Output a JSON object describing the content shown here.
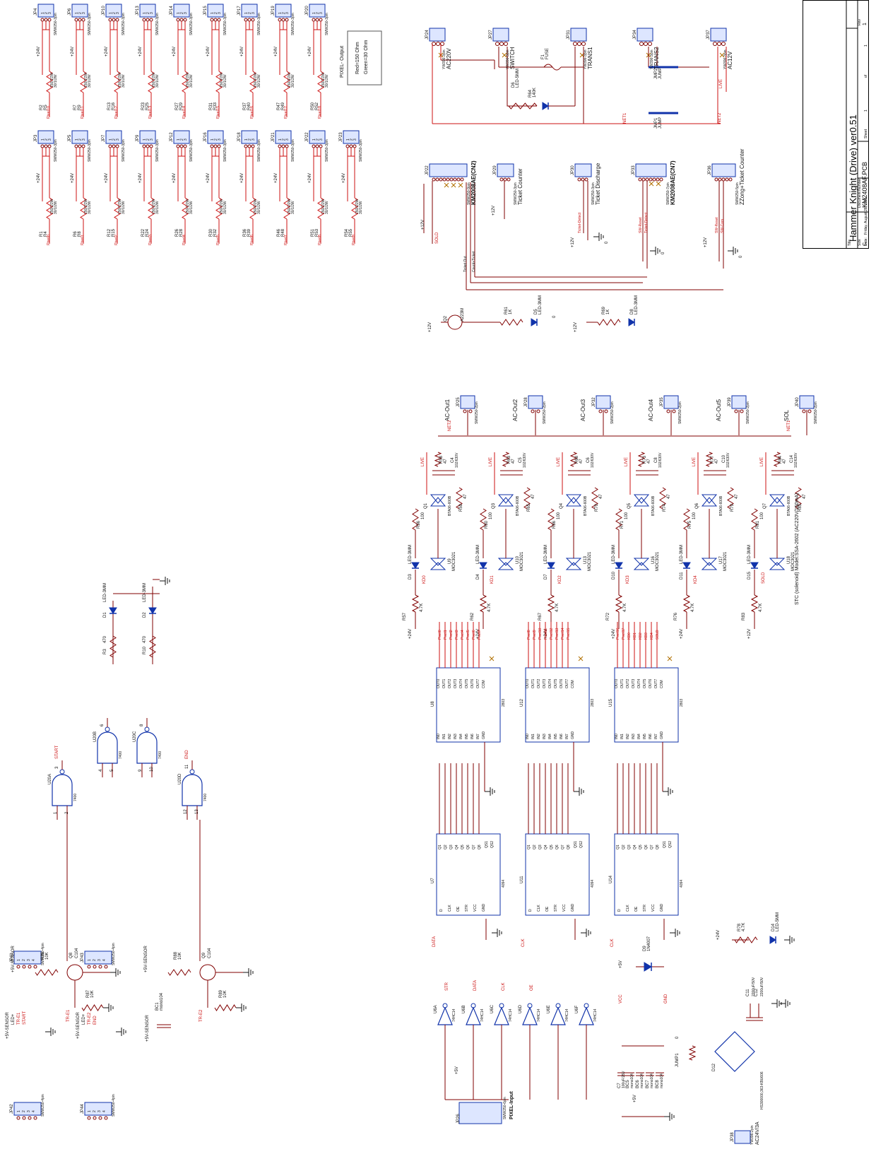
{
  "title_block": {
    "title_label": "Title",
    "title": "Hammer Knight (Drive)  ver0.51",
    "size_label": "Size",
    "size": "C",
    "docnum_label": "Document Number",
    "document_number": "KM2408AF.PCB",
    "rev_label": "Rev",
    "rev": "1",
    "date_label": "Date:",
    "date": "Friday, August 26, 2005",
    "sheet_label": "Sheet",
    "sheet": "1",
    "of_label": "of",
    "sheet_total": "1"
  },
  "pixel_output": {
    "heading": "PIXEL- Output",
    "legend": [
      "Red=150 Ohm",
      "Green=30 Ohm"
    ],
    "supply": "+24V",
    "resistor_value": "150/1/2W",
    "resistor_value2": "30/1/2W",
    "connector_type": "SMW250-3pin",
    "pins": [
      "1",
      "2",
      "3"
    ],
    "top_row": [
      {
        "jp": "JP4",
        "r1": "R2",
        "r2": "R5",
        "net": "Pixel10"
      },
      {
        "jp": "JP6",
        "r1": "R7",
        "r2": "R9",
        "net": "Pixel11"
      },
      {
        "jp": "JP10",
        "r1": "R13",
        "r2": "R16",
        "net": "Pixel12"
      },
      {
        "jp": "JP13",
        "r1": "R23",
        "r2": "R25",
        "net": "Pixel13"
      },
      {
        "jp": "JP14",
        "r1": "R27",
        "r2": "R29",
        "net": "Pixel14"
      },
      {
        "jp": "JP15",
        "r1": "R31",
        "r2": "R33",
        "net": "Pixel15"
      },
      {
        "jp": "JP17",
        "r1": "R37",
        "r2": "R40",
        "net": "Pixel16"
      },
      {
        "jp": "JP19",
        "r1": "R47",
        "r2": "R49",
        "net": "Pixel17"
      },
      {
        "jp": "JP20",
        "r1": "R50",
        "r2": "R52",
        "net": "Pixel18"
      }
    ],
    "bottom_row": [
      {
        "jp": "JP3",
        "r1": "R1",
        "r2": "R4",
        "net": "Pixel0"
      },
      {
        "jp": "JP5",
        "r1": "R6",
        "r2": "R8",
        "net": "Pixel1"
      },
      {
        "jp": "JP7",
        "r1": "R12",
        "r2": "R15",
        "net": "Pixel2"
      },
      {
        "jp": "JP9",
        "r1": "R22",
        "r2": "R24",
        "net": "Pixel3"
      },
      {
        "jp": "JP12",
        "r1": "R26",
        "r2": "R28",
        "net": "Pixel4"
      },
      {
        "jp": "JP16",
        "r1": "R30",
        "r2": "R32",
        "net": "Pixel5"
      },
      {
        "jp": "JP18",
        "r1": "R36",
        "r2": "R39",
        "net": "Pixel6"
      },
      {
        "jp": "JP21",
        "r1": "R46",
        "r2": "R48",
        "net": "Pixel7"
      },
      {
        "jp": "JP22",
        "r1": "R51",
        "r2": "R53",
        "net": "Pixel8"
      },
      {
        "jp": "JP23",
        "r1": "R54",
        "r2": "R55",
        "net": "Pixel9"
      }
    ]
  },
  "power_section": {
    "connectors": [
      {
        "jp": "JP24",
        "label": "AC220V",
        "type": "YW396-3pin"
      },
      {
        "jp": "JP27",
        "label": "SWITCH",
        "type": "YW396-3pin"
      },
      {
        "jp": "JP31",
        "label": "TRANS1",
        "type": "YW396-3pin"
      },
      {
        "jp": "JP34",
        "label": "TRANS2",
        "type": "YW396-3pin"
      },
      {
        "jp": "JP37",
        "label": "AC12V",
        "type": "YW396-3pin"
      }
    ],
    "fuse": {
      "ref": "F1",
      "label": "FUSE"
    },
    "resistor": {
      "ref": "R64",
      "value": "140K"
    },
    "led": {
      "ref": "D6",
      "value": "LED-5MM"
    },
    "jumpers": [
      {
        "ref": "JMP2",
        "label": "JUMP"
      },
      {
        "ref": "JMP1",
        "label": "JUMP"
      }
    ],
    "nets": [
      "NET1",
      "NET2",
      "LIVE"
    ]
  },
  "ticket_section": {
    "connectors": [
      {
        "jp": "JP22",
        "type": "SMW250-9pin",
        "label": "KM2008AE(CN2)"
      },
      {
        "jp": "JP29",
        "type": "SMW250-3pin",
        "label": "Ticket Counter"
      },
      {
        "jp": "JP30",
        "type": "SMW250-3pin",
        "label": "Ticket Discharge"
      },
      {
        "jp": "JP33",
        "type": "SMW250-7pin",
        "label": "KM2008AE(CN7)"
      },
      {
        "jp": "JP36",
        "type": "SMW250-5pin",
        "label": "ZZong+Ticket Counter"
      }
    ],
    "signals": [
      "Ticket Out",
      "Count+Ticket",
      "Ticket-Detect",
      "SW-Reset",
      "SW-Com",
      "SOLD",
      "+12V",
      "0"
    ],
    "transistor": {
      "ref": "Q2",
      "value": "A223M"
    },
    "resistors": [
      {
        "ref": "R61",
        "value": "1K"
      },
      {
        "ref": "R69",
        "value": "1K"
      }
    ],
    "leds": [
      {
        "ref": "D5",
        "value": "LED-3MM"
      },
      {
        "ref": "D8",
        "value": "LED-3MM"
      }
    ]
  },
  "ac_outputs": {
    "footer": "STC (solenoid) Model:SSA-2602 (AC220V/150mA)",
    "channels": [
      {
        "name": "AC-Out1",
        "jp": "JP25",
        "net_out": "NET2",
        "q": "Q1",
        "triac": "BTA06-600B",
        "opto": "U9",
        "opto_type": "MOC3021",
        "led": "D3",
        "rs": "R58",
        "rc": "C4",
        "rg": "R59",
        "rb": "R56",
        "rl": "R57",
        "kd": "KD0",
        "supply": "+24V"
      },
      {
        "name": "AC-Out2",
        "jp": "JP28",
        "net_out": "",
        "q": "Q3",
        "triac": "BTA06-600B",
        "opto": "U10",
        "opto_type": "MOC3021",
        "led": "D4",
        "rs": "R63",
        "rc": "C5",
        "rg": "R65",
        "rb": "R60",
        "rl": "R62",
        "kd": "KD1",
        "supply": "+24V"
      },
      {
        "name": "AC-Out3",
        "jp": "JP32",
        "net_out": "",
        "q": "Q4",
        "triac": "BTA06-600B",
        "opto": "U13",
        "opto_type": "MOC3021",
        "led": "D7",
        "rs": "R68",
        "rc": "C6",
        "rg": "R70",
        "rb": "R66",
        "rl": "R67",
        "kd": "KD2",
        "supply": "+24V"
      },
      {
        "name": "AC-Out4",
        "jp": "JP35",
        "net_out": "",
        "q": "Q5",
        "triac": "BTA06-600B",
        "opto": "U16",
        "opto_type": "MOC3021",
        "led": "D10",
        "rs": "R73",
        "rc": "C8",
        "rg": "R74",
        "rb": "R71",
        "rl": "R72",
        "kd": "KD3",
        "supply": "+24V"
      },
      {
        "name": "AC-Out5",
        "jp": "JP39",
        "net_out": "",
        "q": "Q6",
        "triac": "BTA06-600B",
        "opto": "U17",
        "opto_type": "MOC3021",
        "led": "D11",
        "rs": "R77",
        "rc": "C10",
        "rg": "R79",
        "rb": "R75",
        "rl": "R76",
        "kd": "KD4",
        "supply": "+24V"
      },
      {
        "name": "SOL",
        "jp": "JP40",
        "net_out": "NET1",
        "q": "Q7",
        "triac": "BTA06-600B",
        "opto": "U18",
        "opto_type": "MOC3021",
        "led": "D15",
        "rs": "R84",
        "rc": "C14",
        "rg": "R85",
        "rb": "R81",
        "rl": "R83",
        "kd": "SOLD",
        "supply": "+12V"
      }
    ],
    "cap_value": "102/630V",
    "res_47": "47",
    "res_100": "100",
    "res_4k7": "4.7K",
    "led_value": "LED-3MM",
    "live": "LIVE",
    "connector_type": "SMW250-2pin"
  },
  "logic_section": {
    "gates": [
      {
        "ref": "U20A",
        "type": "7400",
        "pins": [
          "1",
          "2",
          "3"
        ],
        "out": "START"
      },
      {
        "ref": "U20B",
        "type": "7400",
        "pins": [
          "4",
          "5",
          "6"
        ]
      },
      {
        "ref": "U20C",
        "type": "7400",
        "pins": [
          "9",
          "10",
          "8"
        ]
      },
      {
        "ref": "U20D",
        "type": "7400",
        "pins": [
          "12",
          "13",
          "11"
        ],
        "out": "END"
      }
    ],
    "leds": [
      {
        "ref": "D1",
        "value": "LED-3MM"
      },
      {
        "ref": "D2",
        "value": "LED-3MM"
      }
    ],
    "resistors": [
      {
        "ref": "R3",
        "value": "470"
      },
      {
        "ref": "R10",
        "value": "470"
      },
      {
        "ref": "R86",
        "value": "10K"
      },
      {
        "ref": "R87",
        "value": "10K"
      },
      {
        "ref": "R88",
        "value": "10K"
      },
      {
        "ref": "R89",
        "value": "10K"
      }
    ],
    "transistors": [
      {
        "ref": "Q8",
        "value": "C104"
      },
      {
        "ref": "Q9",
        "value": "C104"
      }
    ],
    "nets": [
      "+5V-SENSOR",
      "TR-E1",
      "TR-E2"
    ]
  },
  "sensor_connectors": [
    {
      "jp": "JP42",
      "type": "SMW250-4pin",
      "pins": [
        "1",
        "2",
        "3",
        "4"
      ]
    },
    {
      "jp": "JP41",
      "type": "SMW250-4pin",
      "pins": [
        "1",
        "2",
        "3",
        "4"
      ],
      "signals": [
        "+5V-SENSOR",
        "LED+",
        "TR-E1",
        "START"
      ]
    },
    {
      "jp": "JP44",
      "type": "SMW250-4pin",
      "pins": [
        "1",
        "2",
        "3",
        "4"
      ]
    },
    {
      "jp": "JP43",
      "type": "SMW250-4pin",
      "pins": [
        "1",
        "2",
        "3",
        "4"
      ],
      "signals": [
        "+5V-SENSOR",
        "LED+",
        "TR-E2",
        "END"
      ]
    }
  ],
  "bypass": {
    "ref": "BC1",
    "value": "mono104",
    "net": "+5V-SENSOR"
  },
  "shift_section": {
    "registers": [
      {
        "ref": "U7",
        "type": "4094",
        "in": "DATA"
      },
      {
        "ref": "U11",
        "type": "4094",
        "in": "CLK"
      },
      {
        "ref": "U14",
        "type": "4094",
        "in": "CLK"
      }
    ],
    "drivers": [
      {
        "ref": "U8",
        "type": "2803",
        "nets": [
          "Pixel0",
          "Pixel1",
          "Pixel2",
          "Pixel3",
          "Pixel4",
          "Pixel5",
          "Pixel6",
          "Pixel7"
        ]
      },
      {
        "ref": "U12",
        "type": "2803",
        "nets": [
          "Pixel8",
          "Pixel9",
          "Pixel10",
          "Pixel11",
          "Pixel12",
          "Pixel13",
          "Pixel14",
          "Pixel15"
        ]
      },
      {
        "ref": "U15",
        "type": "2803",
        "nets": [
          "Pixel16",
          "Pixel17",
          "KD0",
          "KD1",
          "KD2",
          "KD3",
          "KD4",
          "SOLD"
        ]
      }
    ],
    "reg_pins": [
      "D",
      "CLK",
      "OE",
      "STR",
      "VCC",
      "GND",
      "Q1",
      "Q2",
      "Q3",
      "Q4",
      "Q5",
      "Q6",
      "Q7",
      "Q8",
      "QS1",
      "QS2"
    ],
    "drv_pins": [
      "IN0",
      "IN1",
      "IN2",
      "IN3",
      "IN4",
      "IN5",
      "IN6",
      "IN7",
      "GND",
      "OUT0",
      "OUT1",
      "OUT2",
      "OUT3",
      "OUT4",
      "OUT5",
      "OUT6",
      "OUT7",
      "COM"
    ]
  },
  "input_section": {
    "connector": {
      "jp": "JP26",
      "type": "SMW250-6pin",
      "label": "PIXEL-Input"
    },
    "buffers": [
      {
        "ref": "U6A",
        "type": "74HC14",
        "out": "STR"
      },
      {
        "ref": "U6B",
        "type": "74HC14",
        "out": "DATA"
      },
      {
        "ref": "U6C",
        "type": "74HC14",
        "out": "CLK"
      },
      {
        "ref": "U6D",
        "type": "74HC14",
        "out": "OE"
      },
      {
        "ref": "U6E",
        "type": "74HC14",
        "out": ""
      },
      {
        "ref": "U6F",
        "type": "74HC14",
        "out": ""
      }
    ],
    "supply": "+5V"
  },
  "power_supply": {
    "caps": [
      {
        "ref": "C7",
        "value": "100uF/25V"
      },
      {
        "ref": "BC5",
        "value": "mono104"
      },
      {
        "ref": "BC6",
        "value": "mono104"
      },
      {
        "ref": "BC7",
        "value": "mono104"
      },
      {
        "ref": "BC8",
        "value": "mono104"
      },
      {
        "ref": "C11",
        "value": "2200uF/50V"
      },
      {
        "ref": "C12",
        "value": "2200uF/50V"
      }
    ],
    "diode": {
      "ref": "D9",
      "value": "1N4007"
    },
    "bridge": {
      "ref": "D12",
      "value": "HS300000,363-KBU606"
    },
    "led": {
      "ref": "D14",
      "value": "LED-5MM"
    },
    "resistor": {
      "ref": "R78",
      "value": "4.7K"
    },
    "jumper": {
      "ref": "JUMP1",
      "value": "0"
    },
    "connector": {
      "jp": "JP38",
      "type": "YW396-2pin",
      "label": "AC24V/3A"
    },
    "nets": [
      "VCC",
      "GND",
      "+5V",
      "+24V"
    ]
  }
}
